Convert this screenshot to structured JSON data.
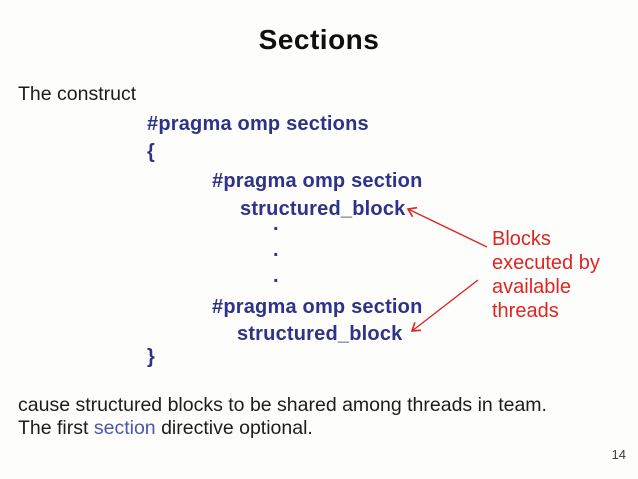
{
  "slide": {
    "title": "Sections",
    "intro": "The construct",
    "code": {
      "line_sections": "#pragma omp sections",
      "brace_open": "{",
      "line_section1": "#pragma omp section",
      "line_block1": "structured_block",
      "dots": ".\n.\n.",
      "line_section2": "#pragma omp section",
      "line_block2": "structured_block",
      "brace_close": "}"
    },
    "annotation": "Blocks executed by available threads",
    "footer": {
      "line1": "cause structured blocks to be shared among threads in team.",
      "line2_pre": "The first ",
      "keyword": "section",
      "line2_post": " directive optional."
    },
    "page_number": "14",
    "colors": {
      "code_text": "#2e3288",
      "annotation_text": "#dd2522",
      "keyword_text": "#4d57a6",
      "body_text": "#1c1c1c"
    }
  }
}
